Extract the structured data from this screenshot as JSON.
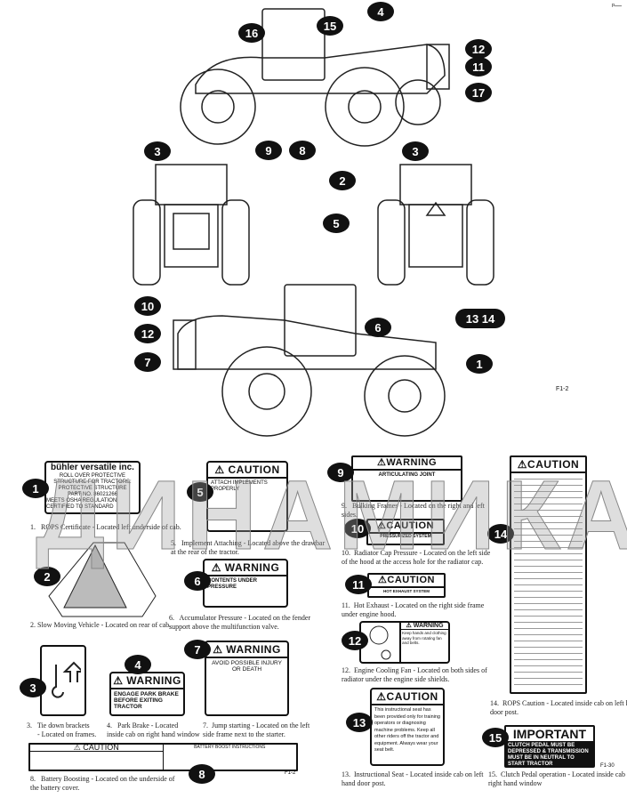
{
  "watermark": "ДИНАМИКА 76",
  "figure_labels": {
    "fig1": "F1-2",
    "fig2": "F1-30"
  },
  "corner_mark": "ᵖ—",
  "callouts": {
    "top": [
      "16",
      "15",
      "4",
      "12",
      "11",
      "17",
      "3",
      "9",
      "8",
      "3"
    ],
    "middle": [
      "2",
      "5"
    ],
    "side": [
      "10",
      "12",
      "7",
      "6",
      "13 14",
      "1"
    ]
  },
  "decals": [
    {
      "num": "1",
      "brand": "bühler versatile inc.",
      "lines": [
        "ROLL OVER PROTECTIVE STRUCTURE FOR TRACTORS:",
        "PROTECTIVE STRUCTURE",
        "PART NO. 86021266",
        "MEETS OSHA REGULATION",
        "CERTIFIED TO STANDARD"
      ],
      "caption": "1.   ROPS Certificate - Located left underside of cab."
    },
    {
      "num": "2",
      "caption": "2.   Slow Moving Vehicle - Located on rear of cab."
    },
    {
      "num": "3",
      "caption": "3.   Tie down brackets\n      - Located on frames."
    },
    {
      "num": "4",
      "header": "WARNING",
      "body": "ENGAGE PARK BRAKE BEFORE EXITING TRACTOR",
      "caption": "4.   Park Brake - Located\ninside cab on right hand window"
    },
    {
      "num": "5",
      "header": "CAUTION",
      "body": "ATTACH IMPLEMENTS PROPERLY",
      "caption": "5.   Implement Attaching - Located above the drawbar\nat the rear of the tractor."
    },
    {
      "num": "6",
      "header": "WARNING",
      "body": "CONTENTS UNDER PRESSURE",
      "caption": "6.   Accumulator Pressure - Located on the fender\nsupport above the multifunction valve."
    },
    {
      "num": "7",
      "header": "WARNING",
      "body": "AVOID POSSIBLE INJURY OR DEATH",
      "caption": "7.  Jump starting - Located on the left\nside frame next to the starter."
    },
    {
      "num": "8",
      "header": "CAUTION",
      "sub": "BATTERY BOOST INSTRUCTIONS",
      "caption": "8.   Battery Boosting - Located on the underside of\nthe battery cover."
    },
    {
      "num": "9",
      "header": "WARNING",
      "body": "ARTICULATING JOINT",
      "caption": "9.   Bulking Frames - Located on the right and left\nsides."
    },
    {
      "num": "10",
      "header": "CAUTION",
      "body": "PRESSURIZED SYSTEM",
      "caption": "10.  Radiator Cap Pressure - Located on the left side\nof the hood at the access hole for the radiator cap."
    },
    {
      "num": "11",
      "header": "CAUTION",
      "body": "HOT EXHAUST SYSTEM COMPONENTS",
      "caption": "11.  Hot Exhaust - Located on the right side frame\nunder engine hood."
    },
    {
      "num": "12",
      "header": "WARNING",
      "body": "Keep hands and clothing away from rotating fan and belts.",
      "caption": "12.  Engine Cooling Fan - Located on both sides of\nradiator under the engine side shields."
    },
    {
      "num": "13",
      "header": "CAUTION",
      "body": "This instructional seat has been provided only for training operators or diagnosing machine problems. Keep all other riders off the tractor and equipment. Always wear your seat belt.",
      "caption": "13.  Instructional Seat - Located inside cab on left\nhand door post."
    },
    {
      "num": "14",
      "header": "CAUTION",
      "caption": "14.  ROPS Caution - Located inside cab on left hand\ndoor post."
    },
    {
      "num": "15",
      "header": "IMPORTANT",
      "body": "CLUTCH PEDAL MUST BE DEPRESSED & TRANSMISSION MUST BE IN NEUTRAL TO START TRACTOR",
      "caption": "15.  Clutch Pedal operation - Located inside cab on\nright hand window"
    }
  ]
}
